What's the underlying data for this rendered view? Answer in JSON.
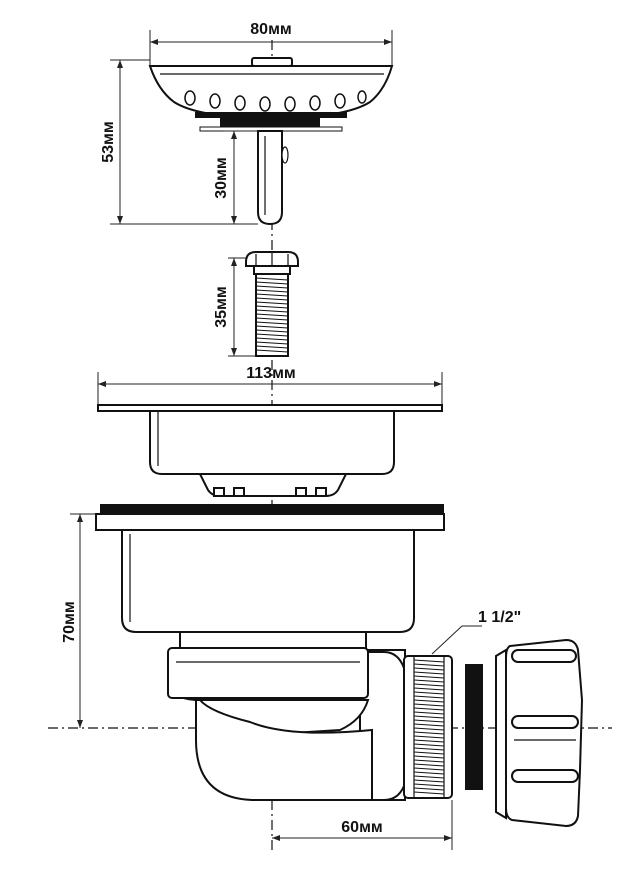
{
  "dimensions": {
    "strainer_width": "80мм",
    "strainer_height": "53мм",
    "stem_length": "30мм",
    "bolt_length": "35мм",
    "flange_width": "113мм",
    "body_height": "70мм",
    "outlet_length": "60мм",
    "thread_size": "1 1/2\""
  }
}
